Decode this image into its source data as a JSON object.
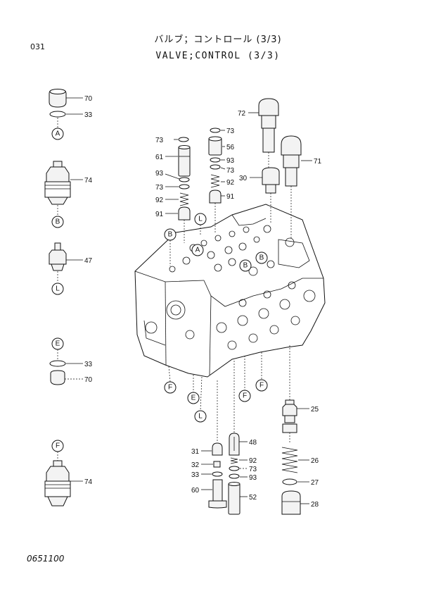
{
  "header": {
    "page_number": "031",
    "title_jp": "バルブ；コントロール (3/3)",
    "title_en": "VALVE;CONTROL (3/3)"
  },
  "footer": {
    "doc_number": "0651100"
  },
  "part_labels": {
    "p70a": "70",
    "p33a": "33",
    "p74a": "74",
    "p47": "47",
    "p33b": "33",
    "p70b": "70",
    "p74b": "74",
    "p72": "72",
    "p71": "71",
    "p73a": "73",
    "p61": "61",
    "p93a": "93",
    "p73b": "73",
    "p92a": "92",
    "p91a": "91",
    "p73c": "73",
    "p56": "56",
    "p93b": "93",
    "p73d": "73",
    "p30": "30",
    "p92b": "92",
    "p91b": "91",
    "p31": "31",
    "p32": "32",
    "p33c": "33",
    "p60": "60",
    "p48": "48",
    "p92c": "92",
    "p73e": "73",
    "p93c": "93",
    "p52": "52",
    "p25": "25",
    "p26": "26",
    "p27": "27",
    "p28": "28"
  },
  "callouts": {
    "A1": "A",
    "B1": "B",
    "L1": "L",
    "E1": "E",
    "F1": "F",
    "L2": "L",
    "B2": "B",
    "A2": "A",
    "B3": "B",
    "B4": "B",
    "F2": "F",
    "E2": "E",
    "L3": "L",
    "F3": "F",
    "F4": "F"
  }
}
